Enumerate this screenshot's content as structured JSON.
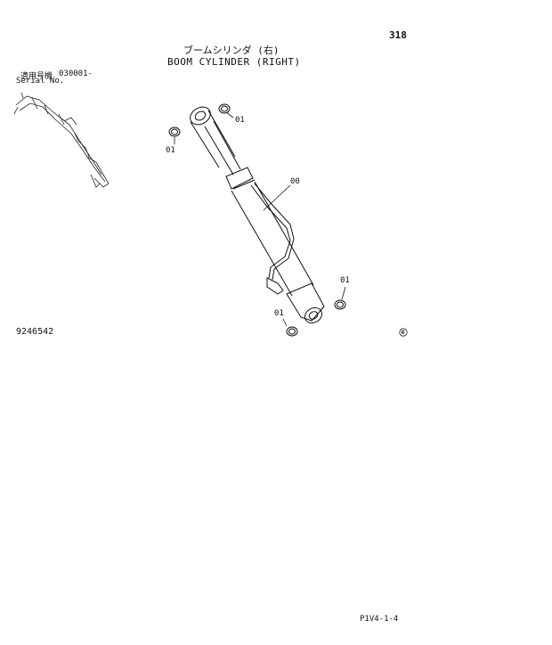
{
  "header": {
    "page_number": "318",
    "title_jp": "ブームシリンダ (右)",
    "title_en": "BOOM CYLINDER (RIGHT)"
  },
  "serial": {
    "label_jp": "適用号機",
    "label_en": "Serial No.",
    "value": "030001-"
  },
  "callouts": {
    "c1": "01",
    "c2": "01",
    "c3": "00",
    "c4": "01",
    "c5": "01"
  },
  "part_number": "9246542",
  "footer_code": "P1V4-1-4",
  "icons": {
    "registered_mark": "circle-mark-icon"
  }
}
